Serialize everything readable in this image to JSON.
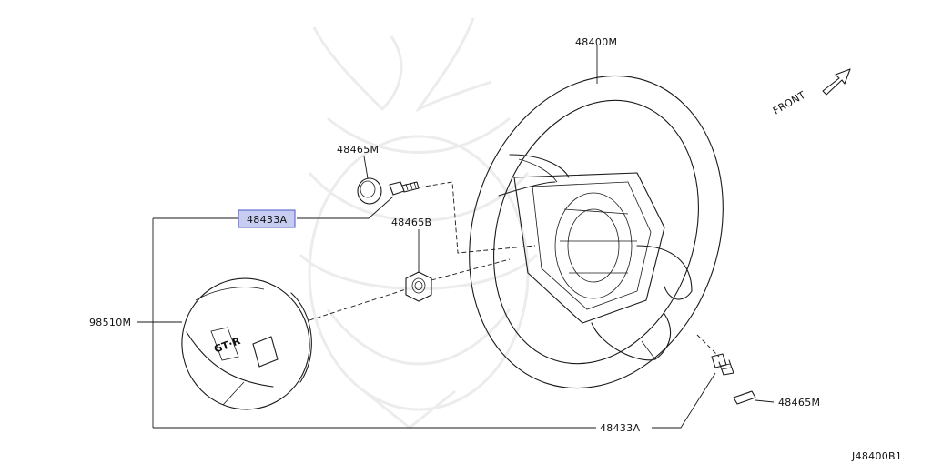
{
  "parts": {
    "wheel": "48400M",
    "cap_top": "48465M",
    "nut": "48465B",
    "highlighted_callout": "48433A",
    "airbag": "98510M",
    "bottom_callout": "48433A",
    "cap_bottom": "48465M"
  },
  "front_label": "FRONT",
  "diagram_code": "J48400B1",
  "colors": {
    "highlight_fill": "#c7cdf1",
    "highlight_border": "#4a56c8",
    "line": "#1a1a1a",
    "watermark": "#ececec"
  },
  "icons": {
    "front_arrow": "arrow-up-right-icon",
    "airbag_logo": "gtr-logo-icon"
  }
}
